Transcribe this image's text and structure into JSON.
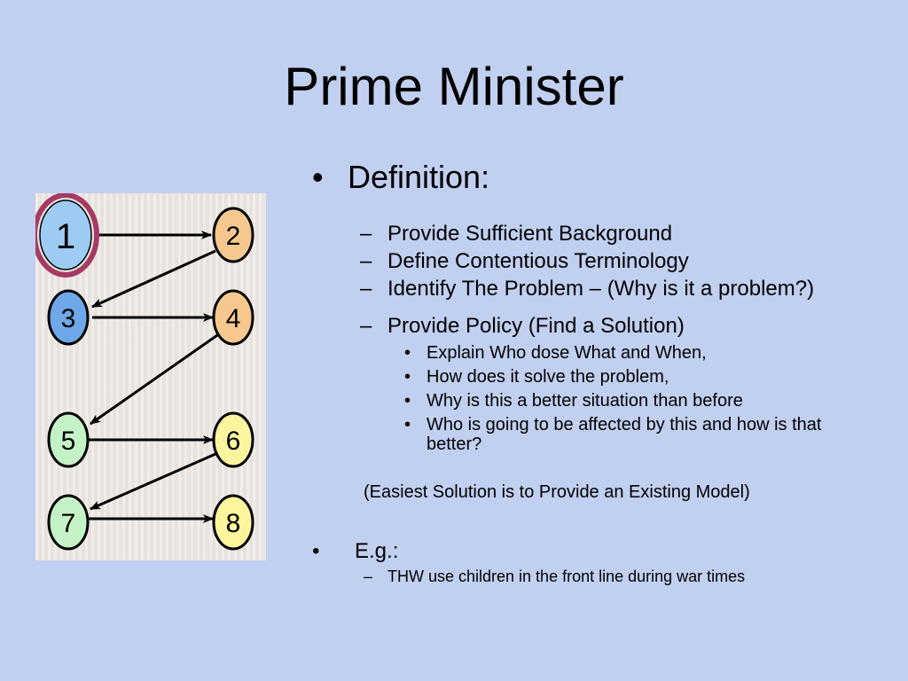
{
  "slide": {
    "title": "Prime Minister"
  },
  "diagram": {
    "nodes": [
      {
        "label": "1",
        "color": "#9ecbf3",
        "highlight": "#a63a62"
      },
      {
        "label": "2",
        "color": "#f7c88e"
      },
      {
        "label": "3",
        "color": "#6ea8e8"
      },
      {
        "label": "4",
        "color": "#f7c88e"
      },
      {
        "label": "5",
        "color": "#c3f2c6"
      },
      {
        "label": "6",
        "color": "#fbf59e"
      },
      {
        "label": "7",
        "color": "#c3f2c6"
      },
      {
        "label": "8",
        "color": "#fbf59e"
      }
    ]
  },
  "content": {
    "bullet_dot": "•",
    "dash": "–",
    "definition": "Definition:",
    "sub1": "Provide Sufficient Background",
    "sub2": "Define Contentious Terminology",
    "sub3": "Identify The Problem – (Why is it a problem?)",
    "sub4": "Provide Policy (Find a Solution)",
    "policy1": "Explain Who dose What and When,",
    "policy2": "How does it solve the problem,",
    "policy3": "Why is this a better situation than before",
    "policy4": "Who is going to be affected by this and how is that better?",
    "note": "(Easiest Solution is to Provide an Existing Model)",
    "eg": "E.g.:",
    "eg1": "THW use children in the front line during war times"
  }
}
